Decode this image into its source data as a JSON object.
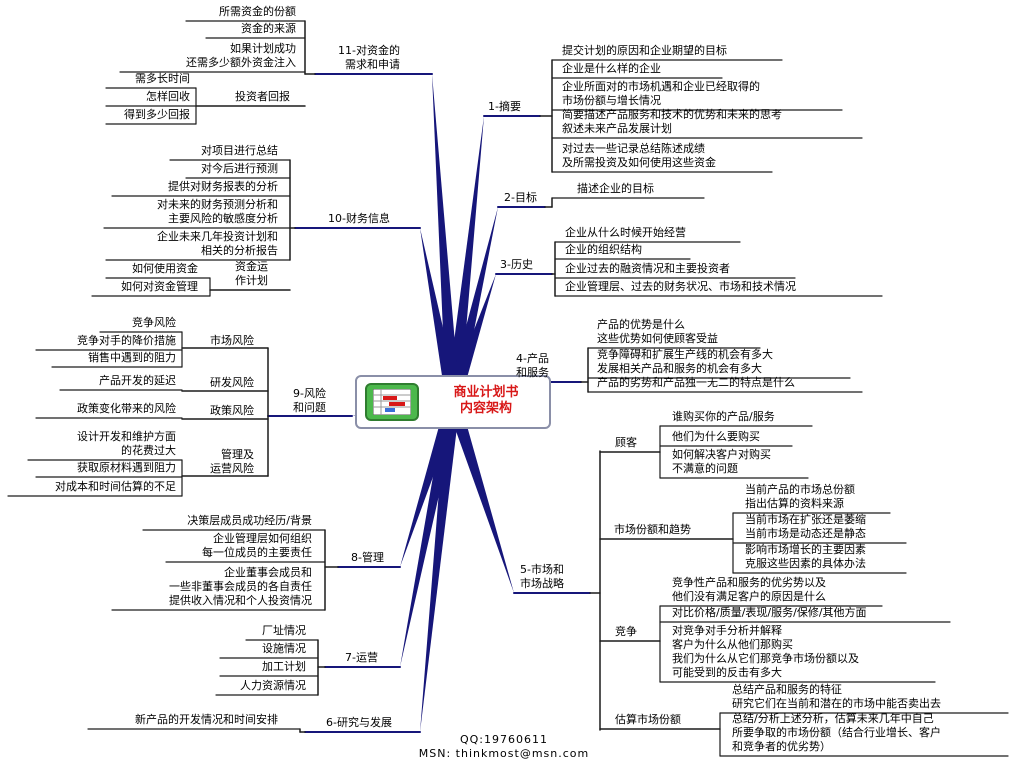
{
  "center": {
    "title": "商业计划书\n内容架构",
    "icon": "business-plan-chart-icon"
  },
  "colors": {
    "branch": "#16167a",
    "leafLine": "#1c1c1c",
    "title": "#d81818",
    "iconBg": "#4cb84c"
  },
  "branches": [
    {
      "id": "summary",
      "label": "1-摘要",
      "items": [
        "提交计划的原因和企业期望的目标",
        "企业是什么样的企业",
        "企业所面对的市场机遇和企业已经取得的\n市场份额与增长情况",
        "简要描述产品服务和技术的优势和未来的思考\n叙述未来产品发展计划",
        "对过去一些记录总结陈述成绩\n及所需投资及如何使用这些资金"
      ]
    },
    {
      "id": "goal",
      "label": "2-目标",
      "items": [
        "描述企业的目标"
      ]
    },
    {
      "id": "history",
      "label": "3-历史",
      "items": [
        "企业从什么时候开始经营",
        "企业的组织结构",
        "企业过去的融资情况和主要投资者",
        "企业管理层、过去的财务状况、市场和技术情况"
      ]
    },
    {
      "id": "product",
      "label": "4-产品\n和服务",
      "items": [
        "产品的优势是什么\n这些优势如何使顾客受益",
        "竞争障碍和扩展生产线的机会有多大\n发展相关产品和服务的机会有多大",
        "产品的劣势和产品独一无二的特点是什么"
      ]
    },
    {
      "id": "market",
      "label": "5-市场和\n市场战略",
      "groups": [
        {
          "label": "顾客",
          "items": [
            "谁购买你的产品/服务",
            "他们为什么要购买",
            "如何解决客户对购买\n不满意的问题"
          ]
        },
        {
          "label": "市场份额和趋势",
          "items": [
            "当前产品的市场总份额\n指出估算的资料来源",
            "当前市场在扩张还是萎缩\n当前市场是动态还是静态",
            "影响市场增长的主要因素\n克服这些因素的具体办法"
          ]
        },
        {
          "label": "竞争",
          "items": [
            "竞争性产品和服务的优劣势以及\n他们没有满足客户的原因是什么",
            "对比价格/质量/表现/服务/保修/其他方面",
            "对竞争对手分析并解释\n客户为什么从他们那购买\n我们为什么从它们那竞争市场份额以及\n可能受到的反击有多大"
          ]
        },
        {
          "label": "估算市场份额",
          "items": [
            "总结产品和服务的特征\n研究它们在当前和潜在的市场中能否卖出去",
            "总结/分析上述分析，估算未来几年中自己\n所要争取的市场份额（结合行业增长、客户\n和竞争者的优劣势）"
          ]
        }
      ]
    },
    {
      "id": "rnd",
      "label": "6-研究与发展",
      "items": [
        "新产品的开发情况和时间安排"
      ]
    },
    {
      "id": "operations",
      "label": "7-运营",
      "items": [
        "厂址情况",
        "设施情况",
        "加工计划",
        "人力资源情况"
      ]
    },
    {
      "id": "management",
      "label": "8-管理",
      "items": [
        "决策层成员成功经历/背景",
        "企业管理层如何组织\n每一位成员的主要责任",
        "企业董事会成员和\n一些非董事会成员的各自责任\n提供收入情况和个人投资情况"
      ]
    },
    {
      "id": "risk",
      "label": "9-风险\n和问题",
      "groups": [
        {
          "label": "市场风险",
          "items": [
            "竞争风险",
            "竞争对手的降价措施",
            "销售中遇到的阻力"
          ]
        },
        {
          "label": "研发风险",
          "items": [
            "产品开发的延迟"
          ]
        },
        {
          "label": "政策风险",
          "items": [
            "政策变化带来的风险"
          ]
        },
        {
          "label": "管理及\n运营风险",
          "items": [
            "设计开发和维护方面\n的花费过大",
            "获取原材料遇到阻力",
            "对成本和时间估算的不足"
          ]
        }
      ]
    },
    {
      "id": "finance",
      "label": "10-财务信息",
      "items": [
        "对项目进行总结",
        "对今后进行预测",
        "提供对财务报表的分析",
        "对未来的财务预测分析和\n主要风险的敏感度分析",
        "企业未来几年投资计划和\n相关的分析报告"
      ],
      "groups": [
        {
          "label": "资金运\n作计划",
          "items": [
            "如何使用资金",
            "如何对资金管理"
          ]
        }
      ]
    },
    {
      "id": "funding",
      "label": "11-对资金的\n需求和申请",
      "items": [
        "所需资金的份额",
        "资金的来源",
        "如果计划成功\n还需多少额外资金注入"
      ],
      "groups": [
        {
          "label": "投资者回报",
          "items": [
            "需多长时间",
            "怎样回收",
            "得到多少回报"
          ]
        }
      ]
    }
  ],
  "footer": {
    "qq": "QQ:19760611",
    "msn": "MSN: thinkmost@msn.com"
  }
}
